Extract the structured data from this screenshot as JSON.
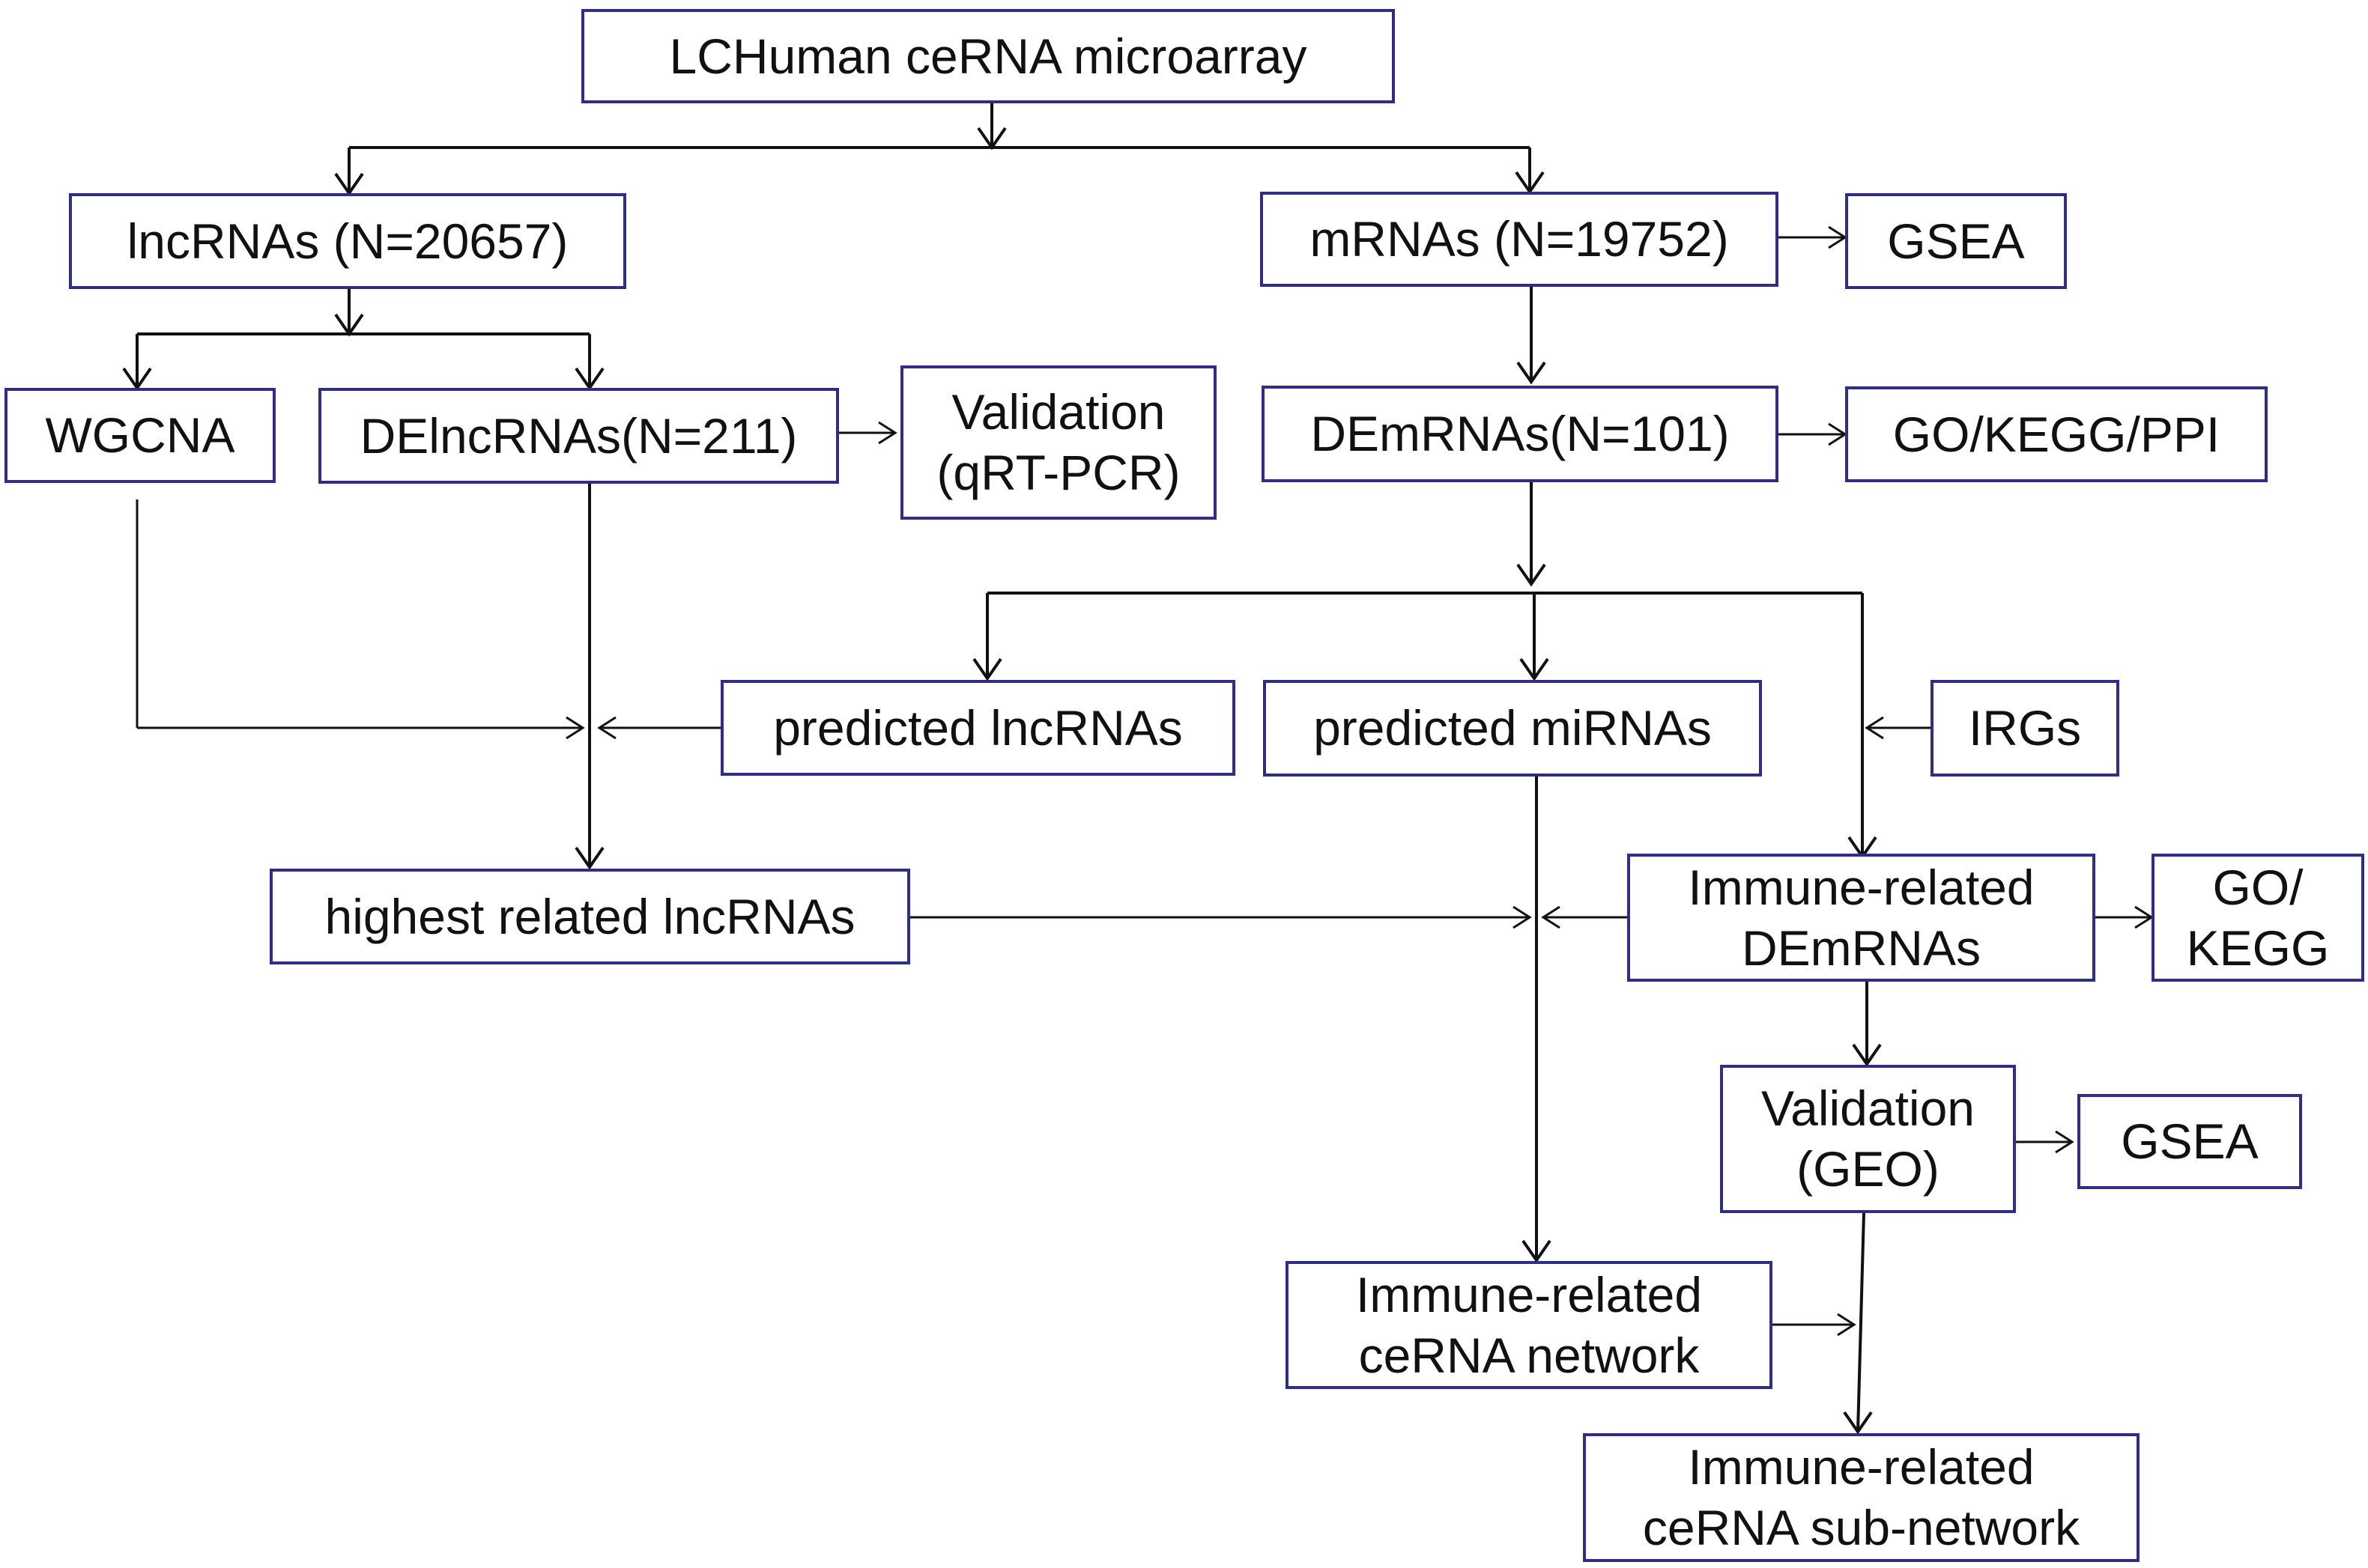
{
  "flowchart": {
    "nodes": {
      "microarray": "LCHuman ceRNA microarray",
      "lncrnas": "lncRNAs (N=20657)",
      "mrnas": "mRNAs (N=19752)",
      "gsea_top": "GSEA",
      "wgcna": "WGCNA",
      "delncrnas": "DElncRNAs(N=211)",
      "validation_qrt": {
        "line1": "Validation",
        "line2": "(qRT-PCR)"
      },
      "demrnas": "DEmRNAs(N=101)",
      "go_kegg_ppi": "GO/KEGG/PPI",
      "predicted_lncrnas": "predicted lncRNAs",
      "predicted_mirnas": "predicted miRNAs",
      "irgs": "IRGs",
      "highest_related": "highest related lncRNAs",
      "immune_demrnas": {
        "line1": "Immune-related",
        "line2": "DEmRNAs"
      },
      "go_kegg": {
        "line1": "GO/",
        "line2": "KEGG"
      },
      "validation_geo": {
        "line1": "Validation",
        "line2": "(GEO)"
      },
      "gsea_bottom": "GSEA",
      "cerna_network": {
        "line1": "Immune-related",
        "line2": "ceRNA network"
      },
      "cerna_subnetwork": {
        "line1": "Immune-related",
        "line2": "ceRNA sub-network"
      }
    }
  },
  "colors": {
    "box_border": "#2e2e86",
    "arrow": "#111111",
    "text": "#111111"
  }
}
